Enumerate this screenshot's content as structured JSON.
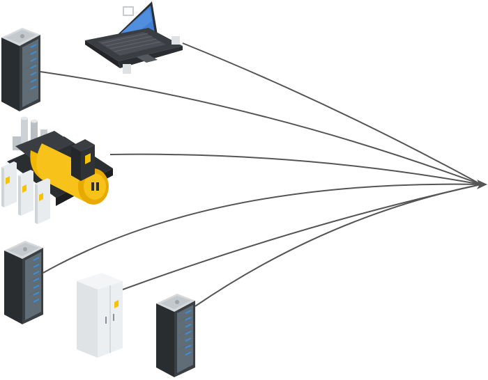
{
  "diagram": {
    "target": {
      "icon": "arrowhead-icon"
    },
    "devices": [
      {
        "id": "laptop",
        "icon": "laptop-icon"
      },
      {
        "id": "server-rack-top",
        "icon": "server-rack-icon"
      },
      {
        "id": "generator",
        "icon": "generator-icon"
      },
      {
        "id": "server-rack-middle",
        "icon": "server-rack-icon"
      },
      {
        "id": "electrical-cabinet",
        "icon": "electrical-cabinet-icon"
      },
      {
        "id": "server-rack-bottom",
        "icon": "server-rack-icon"
      }
    ],
    "connections": [
      {
        "from": "laptop",
        "to": "target"
      },
      {
        "from": "server-rack-top",
        "to": "target"
      },
      {
        "from": "generator",
        "to": "target"
      },
      {
        "from": "server-rack-middle",
        "to": "target"
      },
      {
        "from": "electrical-cabinet",
        "to": "target"
      },
      {
        "from": "server-rack-bottom",
        "to": "target"
      }
    ],
    "colors": {
      "line": "#555555",
      "rack_body": "#2f3336",
      "rack_glass": "#7a8f9c",
      "generator": "#f2b705",
      "cabinet": "#e8ecef",
      "warning": "#f5c400"
    }
  }
}
